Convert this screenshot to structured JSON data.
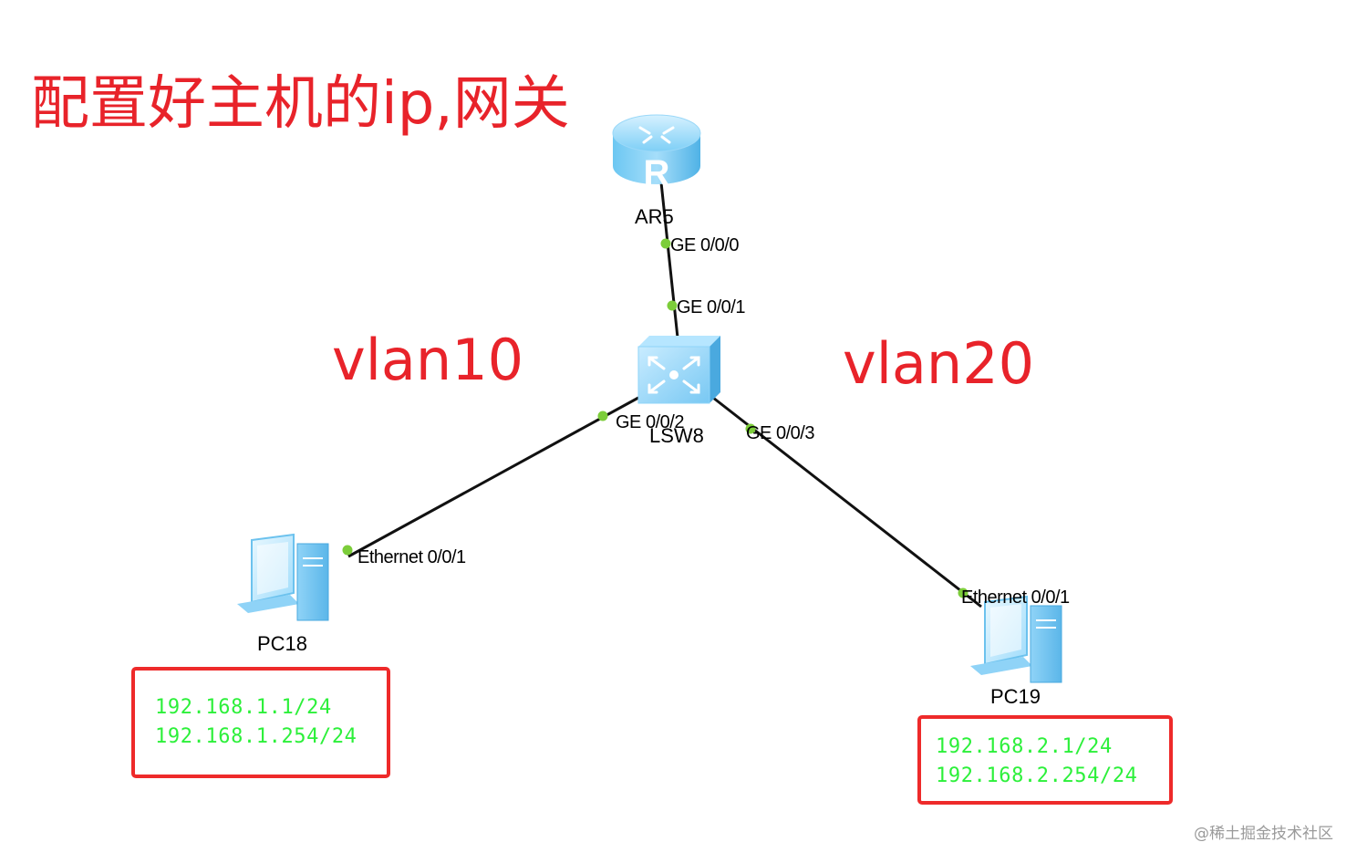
{
  "title": "配置好主机的ip,网关",
  "vlans": {
    "left": "vlan10",
    "right": "vlan20"
  },
  "devices": {
    "router": {
      "name": "AR5",
      "glyph": "R"
    },
    "switch": {
      "name": "LSW8"
    },
    "pc_left": {
      "name": "PC18"
    },
    "pc_right": {
      "name": "PC19"
    }
  },
  "ports": {
    "router_ge000": "GE 0/0/0",
    "switch_ge001": "GE 0/0/1",
    "switch_ge002": "GE 0/0/2",
    "switch_ge003": "GE 0/0/3",
    "pc18_eth": "Ethernet 0/0/1",
    "pc19_eth": "Ethernet 0/0/1"
  },
  "pc18_config": {
    "ip": "192.168.1.1/24",
    "gateway": "192.168.1.254/24"
  },
  "pc19_config": {
    "ip": "192.168.2.1/24",
    "gateway": "192.168.2.254/24"
  },
  "colors": {
    "title_red": "#e8232a",
    "box_border": "#ee2a2a",
    "ip_green": "#2cf03a",
    "port_dot": "#7ccd3a",
    "device_blue": "#5ab8ee"
  },
  "watermark": "@稀土掘金技术社区"
}
